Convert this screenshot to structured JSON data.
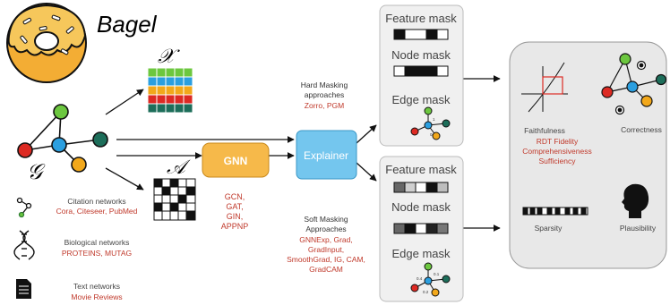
{
  "logo": {
    "title": "Bagel"
  },
  "inputs": {
    "feature_matrix_symbol": "𝒳",
    "graph_symbol": "𝒢",
    "adjacency_symbol": "𝒜"
  },
  "datasets": [
    {
      "group": "Citation networks",
      "items": "Cora, Citeseer, PubMed",
      "icon": "citation-network-icon"
    },
    {
      "group": "Biological networks",
      "items": "PROTEINS, MUTAG",
      "icon": "dna-icon"
    },
    {
      "group": "Text networks",
      "items": "Movie Reviews",
      "icon": "document-icon"
    }
  ],
  "gnn": {
    "label": "GNN",
    "models": [
      "GCN,",
      "GAT,",
      "GIN,",
      "APPNP"
    ]
  },
  "explainer": {
    "label": "Explainer"
  },
  "hard_masking": {
    "title_line1": "Hard Masking",
    "title_line2": "approaches",
    "methods": "Zorro, PGM"
  },
  "soft_masking": {
    "title_line1": "Soft Masking",
    "title_line2": "Approaches",
    "methods": [
      "GNNExp, Grad,",
      "GradInput,",
      "SmoothGrad, IG, CAM,",
      "GradCAM"
    ]
  },
  "hard_panel": {
    "feature_mask": "Feature mask",
    "node_mask": "Node mask",
    "edge_mask": "Edge mask",
    "edge_weights": [
      "1",
      "0"
    ]
  },
  "soft_panel": {
    "feature_mask": "Feature mask",
    "node_mask": "Node mask",
    "edge_mask": "Edge mask",
    "edge_weights": [
      "0.4",
      "0.1",
      "0.2"
    ]
  },
  "metrics": {
    "faithfulness": "Faithfulness",
    "faithfulness_items": [
      "RDT Fidelity",
      "Comprehensiveness",
      "Sufficiency"
    ],
    "correctness": "Correctness",
    "sparsity": "Sparsity",
    "plausibility": "Plausibility"
  },
  "colors": {
    "red_text": "#c0392b",
    "gnn_fill": "#f6b94a",
    "explainer_fill": "#74c6ee",
    "panel_fill": "#f0f0f0",
    "metrics_fill": "#e8e8e8",
    "node_green": "#6cc73f",
    "node_red": "#dd2a23",
    "node_blue": "#2b9fe0",
    "node_teal": "#1d6e5a",
    "node_orange": "#f2a81b"
  }
}
